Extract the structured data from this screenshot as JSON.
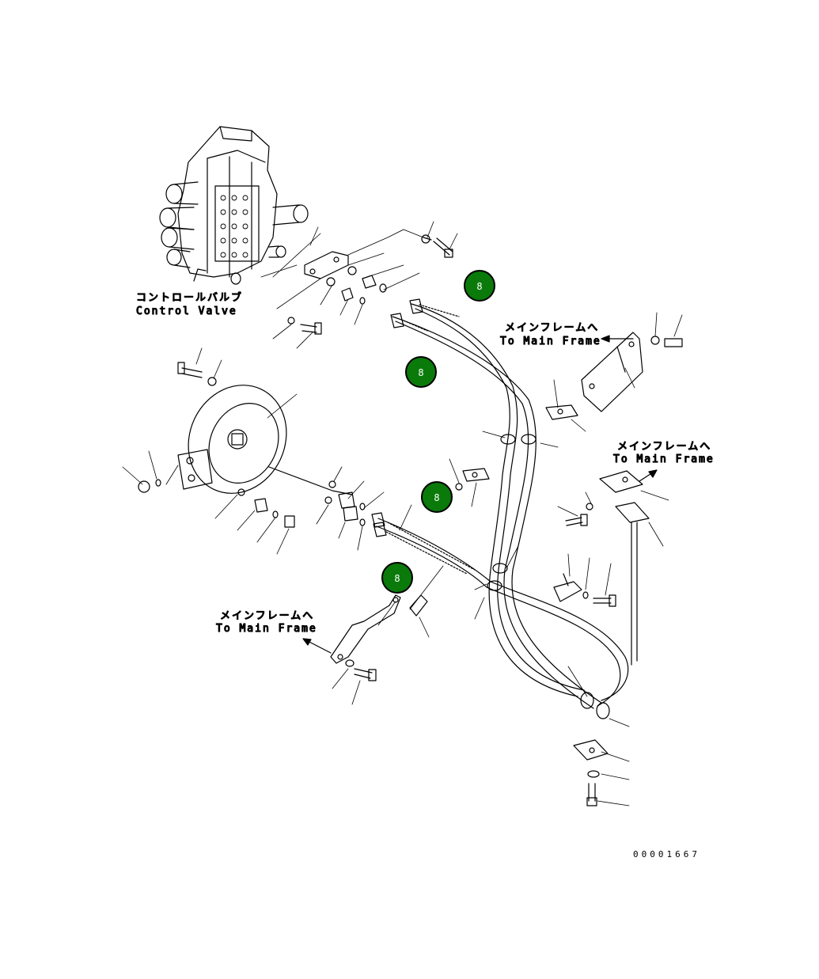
{
  "labels": {
    "control_valve_jp": "コントロールバルブ",
    "control_valve_en": "Control Valve",
    "main_frame_1_jp": "メインフレームへ",
    "main_frame_1_en": "To Main Frame",
    "main_frame_2_jp": "メインフレームへ",
    "main_frame_2_en": "To Main Frame",
    "main_frame_3_jp": "メインフレームへ",
    "main_frame_3_en": "To Main Frame",
    "drawing_number": "00001667"
  },
  "callouts": [
    "8",
    "8",
    "8",
    "8"
  ],
  "colors": {
    "callout_fill": "#0a7a0a",
    "line": "#000000",
    "background": "#ffffff"
  }
}
